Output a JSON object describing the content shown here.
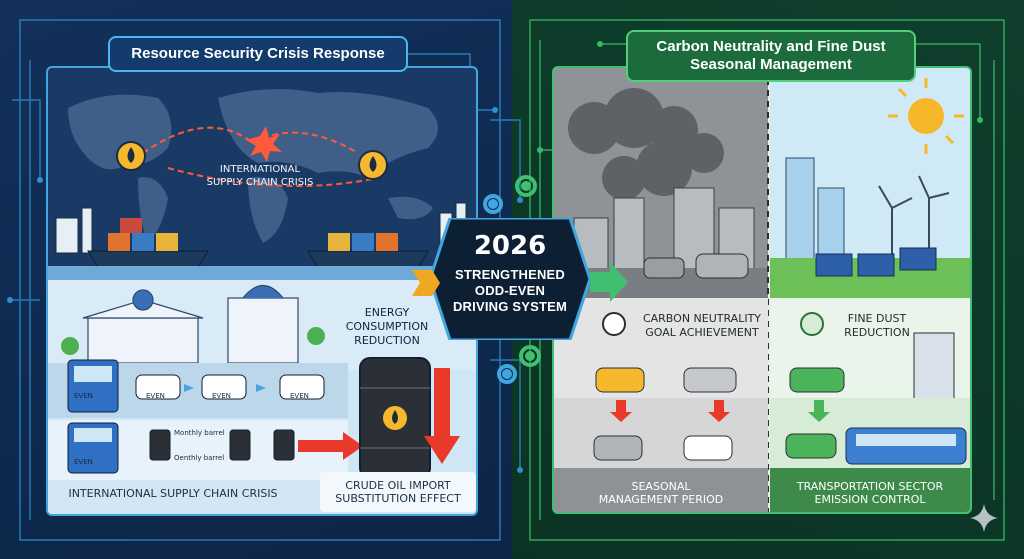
{
  "left_panel": {
    "title": "Resource Security Crisis Response",
    "map_caption": "INTERNATIONAL\nSUPPLY CHAIN CRISIS",
    "energy_label": "ENERGY\nCONSUMPTION\nREDUCTION",
    "bus_plate": "EVEN",
    "car_plates": [
      "EVEN",
      "EVEN",
      "EVEN"
    ],
    "monthly_barrel": "Monthly barrel",
    "oenthly_barrel": "Oenthly barrel",
    "bus_plate_2": "EVEN",
    "footer": "INTERNATIONAL SUPPLY CHAIN CRISIS",
    "oil_effect": "CRUDE OIL IMPORT\nSUBSTITUTION EFFECT"
  },
  "center": {
    "year": "2026",
    "subtitle": "STRENGTHENED\nODD-EVEN\nDRIVING SYSTEM"
  },
  "right_panel": {
    "title": "Carbon Neutrality and Fine Dust\nSeasonal Management",
    "carbon_label": "CARBON NEUTRALITY\nGOAL ACHIEVEMENT",
    "dust_label": "FINE DUST\nREDUCTION",
    "footer_left": "SEASONAL\nMANAGEMENT PERIOD",
    "footer_right": "TRANSPORTATION SECTOR\nEMISSION CONTROL"
  },
  "colors": {
    "left_accent": "#3fa6e0",
    "right_accent": "#3fbf6f",
    "oil_arrow": "#e8392b",
    "center_bg": "#0d1f33"
  },
  "icons": [
    "oil-drop-icon",
    "explosion-icon",
    "gear-icon",
    "chevron-arrow-icon",
    "sun-icon",
    "wind-turbine-icon",
    "solar-panel-icon",
    "recycle-icon",
    "wind-icon",
    "sparkle-icon"
  ]
}
